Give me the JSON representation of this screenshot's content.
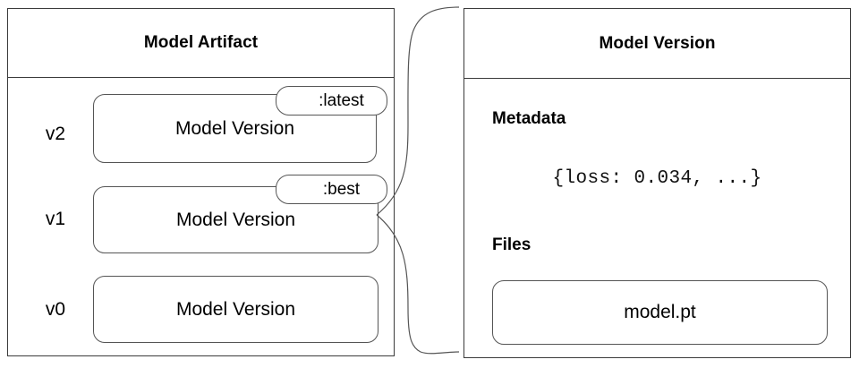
{
  "artifact_panel": {
    "title": "Model Artifact",
    "versions": [
      {
        "label": "v2",
        "box_label": "Model Version",
        "tag": ":latest"
      },
      {
        "label": "v1",
        "box_label": "Model Version",
        "tag": ":best"
      },
      {
        "label": "v0",
        "box_label": "Model Version",
        "tag": null
      }
    ]
  },
  "version_panel": {
    "title": "Model Version",
    "metadata_heading": "Metadata",
    "metadata_value": "{loss: 0.034, ...}",
    "files_heading": "Files",
    "files": [
      {
        "name": "model.pt"
      }
    ]
  },
  "connector": {
    "name": "brace-connector",
    "from": "model-version-v1",
    "to": "model-version-detail-panel"
  },
  "colors": {
    "panel_border": "#3b3b3b",
    "box_border": "#555555",
    "background": "#ffffff",
    "text": "#000000"
  }
}
